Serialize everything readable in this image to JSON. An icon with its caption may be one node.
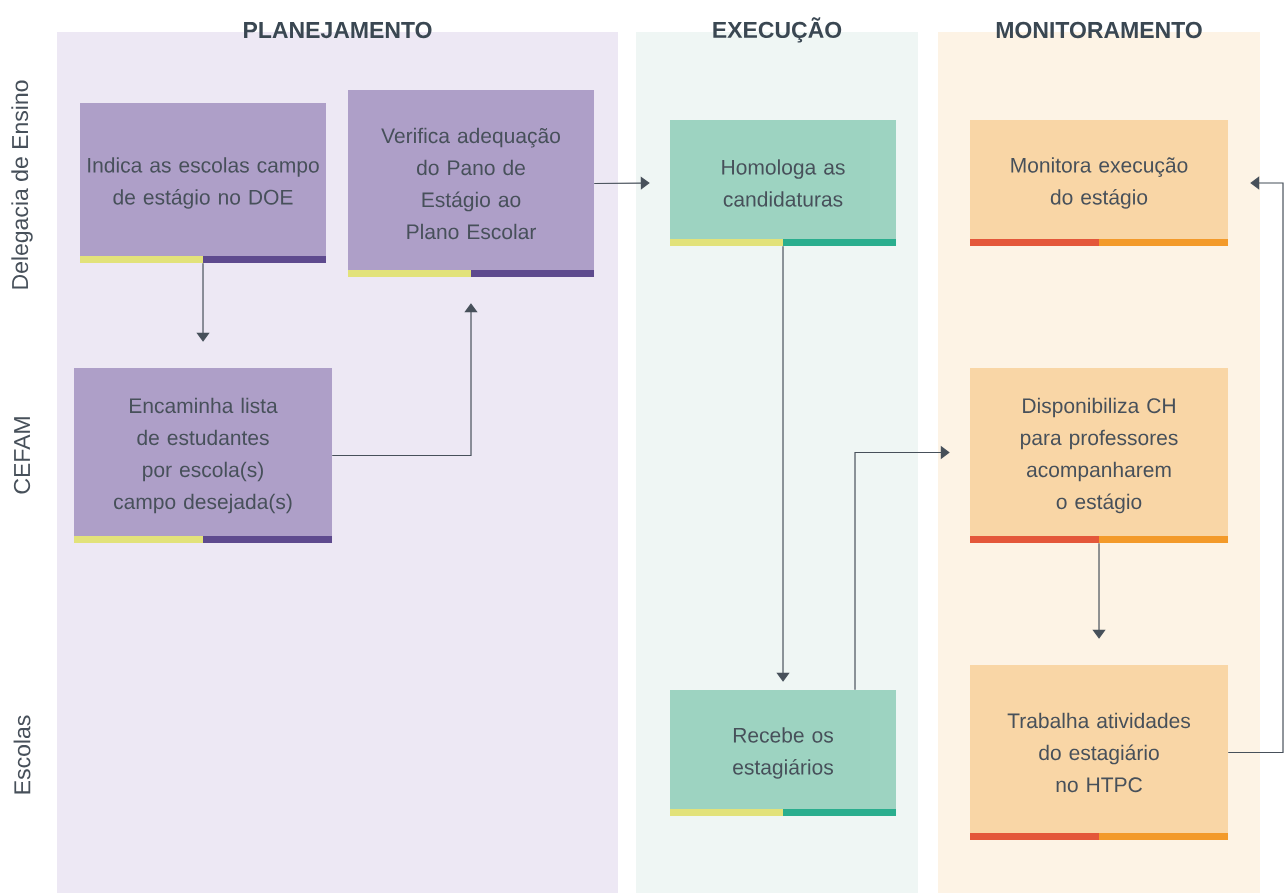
{
  "diagram": {
    "nodes": [
      {
        "text": [
          "PLANEJAMENTO"
        ]
      },
      {
        "text": [
          "EXECUÇÃO"
        ]
      },
      {
        "text": [
          "MONITORAMENTO"
        ]
      },
      {
        "text": [
          "Indica as escolas campo de estágio no DOE"
        ],
        "in": 0
      },
      {
        "text": [
          "Verifica adequação do Pano de Estágio ao Plano Escolar"
        ],
        "in": 0
      },
      {
        "text": [
          "Encaminha lista de estudantes por escola(s) campo desejada(s)"
        ],
        "in": 0
      },
      {
        "text": [
          "Homologa as candidaturas"
        ],
        "in": 1
      },
      {
        "text": [
          "Recebe os estagiários"
        ],
        "in": 1
      },
      {
        "text": [
          "Monitora execução do estágio"
        ],
        "in": 2
      },
      {
        "text": [
          "Disponibiliza CH para professores acompanharem o estágio"
        ],
        "in": 2
      },
      {
        "text": [
          "Trabalha atividades do estagiário no HTPC"
        ],
        "in": 2
      }
    ],
    "edges": [
      {
        "from": 3,
        "to": 5,
        "arrow": "to"
      },
      {
        "from": 5,
        "to": 4,
        "arrow": "to"
      },
      {
        "from": 4,
        "to": 6,
        "arrow": "to"
      },
      {
        "from": 6,
        "to": 7,
        "arrow": "to"
      },
      {
        "from": 7,
        "to": 9,
        "arrow": "to"
      },
      {
        "from": 9,
        "to": 10,
        "arrow": "to"
      },
      {
        "from": 10,
        "to": 8,
        "arrow": "to"
      }
    ],
    "labels": [
      "Delegacia de Ensino",
      "CEFAM",
      "Escolas"
    ]
  }
}
